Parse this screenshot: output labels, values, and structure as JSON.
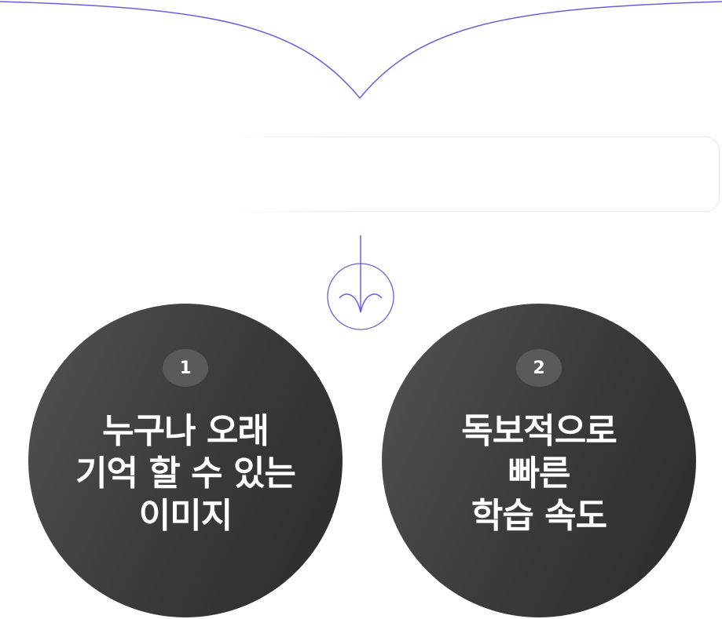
{
  "colors": {
    "accent_line": "#6a5fe0",
    "circle_dark": "#2b2b2b",
    "circle_light": "#535353",
    "badge": "#5a5a5a",
    "text_on_circle": "#ffffff",
    "box_border": "#e6e4f2"
  },
  "icons": {
    "top": "funnel-curve-line",
    "middle": "down-arrow-circle-icon"
  },
  "cards": [
    {
      "number": "1",
      "lines": [
        "누구나 오래",
        "기억 할 수 있는",
        "이미지"
      ]
    },
    {
      "number": "2",
      "lines": [
        "독보적으로",
        "빠른",
        "학습 속도"
      ]
    }
  ]
}
